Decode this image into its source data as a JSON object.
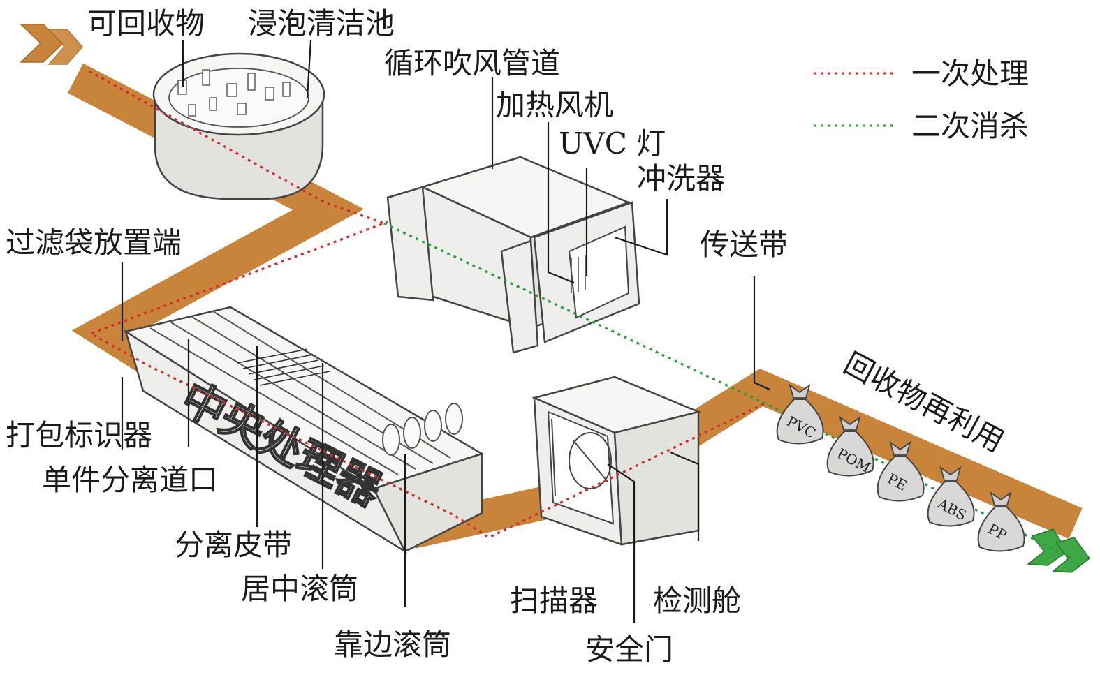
{
  "labels": {
    "recyclables": "可回收物",
    "soak_tank": "浸泡清洁池",
    "air_duct": "循环吹风管道",
    "heater_fan": "加热风机",
    "uvc_lamp": "UVC 灯",
    "washer": "冲洗器",
    "filter_bag_end": "过滤袋放置端",
    "conveyor": "传送带",
    "recycle_reuse": "回收物再利用",
    "baler_marker": "打包标识器",
    "single_sep_gate": "单件分离道口",
    "sep_belt": "分离皮带",
    "center_roller": "居中滚筒",
    "side_roller": "靠边滚筒",
    "scanner": "扫描器",
    "safety_door": "安全门",
    "inspection_cabin": "检测舱"
  },
  "processor_text": "中央处理器",
  "legend": {
    "primary": {
      "label": "一次处理",
      "color": "#d42b2b"
    },
    "secondary": {
      "label": "二次消杀",
      "color": "#2e9a3a"
    }
  },
  "bags": [
    "PVC",
    "POM",
    "PE",
    "ABS",
    "PP"
  ],
  "colors": {
    "conveyor": "#c8843a",
    "inlet_arrow": "#c8843a",
    "outlet_arrow": "#3da845"
  },
  "icons": [
    "inlet-arrow-icon",
    "outlet-arrow-icon",
    "bag-icon"
  ]
}
